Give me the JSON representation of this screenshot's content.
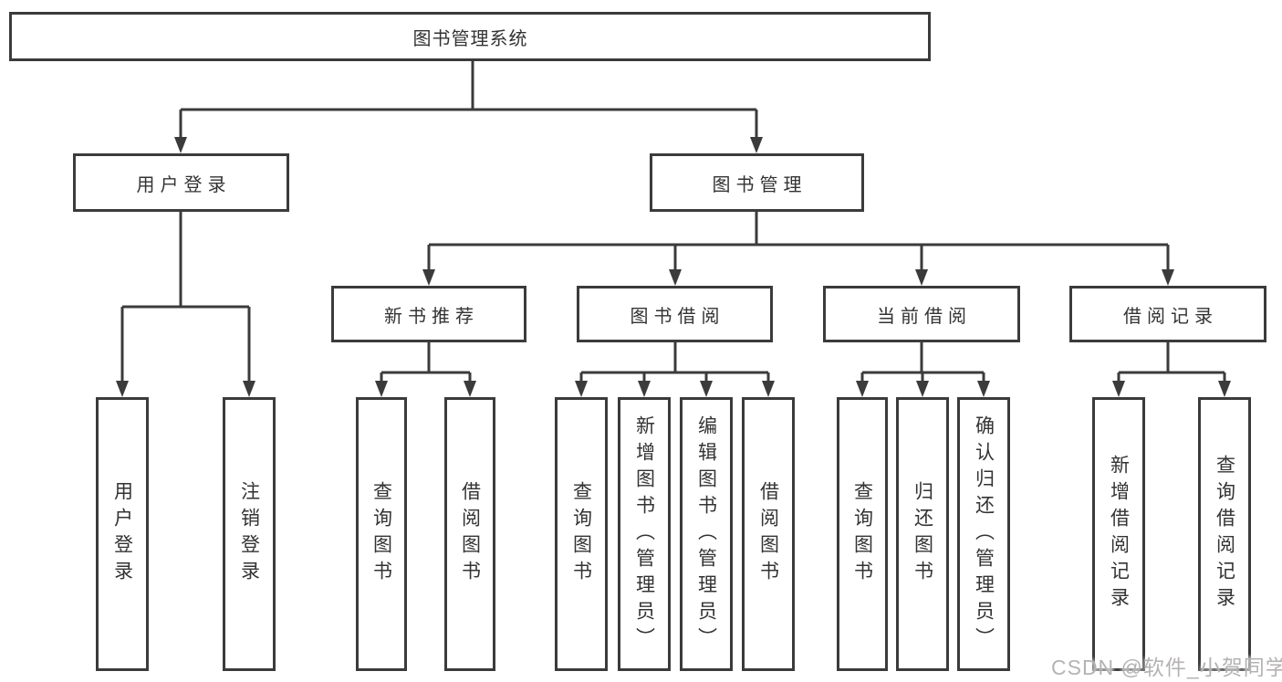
{
  "diagram": {
    "root": {
      "label": "图书管理系统"
    },
    "level2": [
      {
        "label": "用户登录"
      },
      {
        "label": "图书管理"
      }
    ],
    "level3": [
      {
        "label": "新书推荐",
        "parent": "图书管理"
      },
      {
        "label": "图书借阅",
        "parent": "图书管理"
      },
      {
        "label": "当前借阅",
        "parent": "图书管理"
      },
      {
        "label": "借阅记录",
        "parent": "图书管理"
      }
    ],
    "leaves": [
      {
        "label": "用户登录",
        "parent": "用户登录"
      },
      {
        "label": "注销登录",
        "parent": "用户登录"
      },
      {
        "label": "查询图书",
        "parent": "新书推荐"
      },
      {
        "label": "借阅图书",
        "parent": "新书推荐"
      },
      {
        "label": "查询图书",
        "parent": "图书借阅"
      },
      {
        "label": "新增图书（管理员）",
        "parent": "图书借阅"
      },
      {
        "label": "编辑图书（管理员）",
        "parent": "图书借阅"
      },
      {
        "label": "借阅图书",
        "parent": "图书借阅"
      },
      {
        "label": "查询图书",
        "parent": "当前借阅"
      },
      {
        "label": "归还图书",
        "parent": "当前借阅"
      },
      {
        "label": "确认归还（管理员）",
        "parent": "当前借阅"
      },
      {
        "label": "新增借阅记录",
        "parent": "借阅记录"
      },
      {
        "label": "查询借阅记录",
        "parent": "借阅记录"
      }
    ],
    "watermark": "CSDN @软件_小贺同学",
    "colors": {
      "line": "#3b3b3b",
      "box_border": "#3b3b3b",
      "text": "#333333",
      "watermark": "#b5b2b2",
      "background": "#ffffff"
    }
  }
}
